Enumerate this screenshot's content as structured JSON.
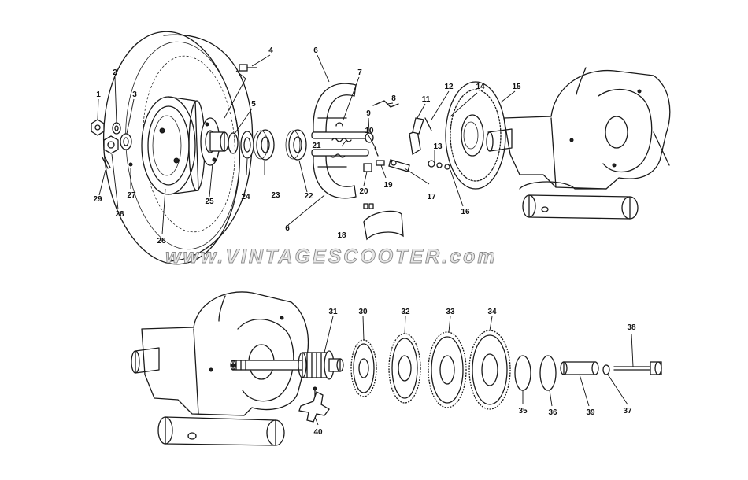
{
  "watermark": "www.VINTAGESCOOTER.com",
  "part_labels": [
    {
      "id": "1",
      "text": "1"
    },
    {
      "id": "2",
      "text": "2"
    },
    {
      "id": "3",
      "text": "3"
    },
    {
      "id": "4",
      "text": "4"
    },
    {
      "id": "5",
      "text": "5"
    },
    {
      "id": "6a",
      "text": "6"
    },
    {
      "id": "6b",
      "text": "6"
    },
    {
      "id": "7",
      "text": "7"
    },
    {
      "id": "8",
      "text": "8"
    },
    {
      "id": "9",
      "text": "9"
    },
    {
      "id": "10",
      "text": "10"
    },
    {
      "id": "11",
      "text": "11"
    },
    {
      "id": "12",
      "text": "12"
    },
    {
      "id": "13",
      "text": "13"
    },
    {
      "id": "14",
      "text": "14"
    },
    {
      "id": "15",
      "text": "15"
    },
    {
      "id": "16",
      "text": "16"
    },
    {
      "id": "17",
      "text": "17"
    },
    {
      "id": "18",
      "text": "18"
    },
    {
      "id": "19",
      "text": "19"
    },
    {
      "id": "20",
      "text": "20"
    },
    {
      "id": "21",
      "text": "21"
    },
    {
      "id": "22",
      "text": "22"
    },
    {
      "id": "23",
      "text": "23"
    },
    {
      "id": "24",
      "text": "24"
    },
    {
      "id": "25",
      "text": "25"
    },
    {
      "id": "26",
      "text": "26"
    },
    {
      "id": "27",
      "text": "27"
    },
    {
      "id": "28",
      "text": "28"
    },
    {
      "id": "29",
      "text": "29"
    },
    {
      "id": "30",
      "text": "30"
    },
    {
      "id": "31",
      "text": "31"
    },
    {
      "id": "32",
      "text": "32"
    },
    {
      "id": "33",
      "text": "33"
    },
    {
      "id": "34",
      "text": "34"
    },
    {
      "id": "35",
      "text": "35"
    },
    {
      "id": "36",
      "text": "36"
    },
    {
      "id": "37",
      "text": "37"
    },
    {
      "id": "38",
      "text": "38"
    },
    {
      "id": "39",
      "text": "39"
    },
    {
      "id": "40",
      "text": "40"
    }
  ]
}
